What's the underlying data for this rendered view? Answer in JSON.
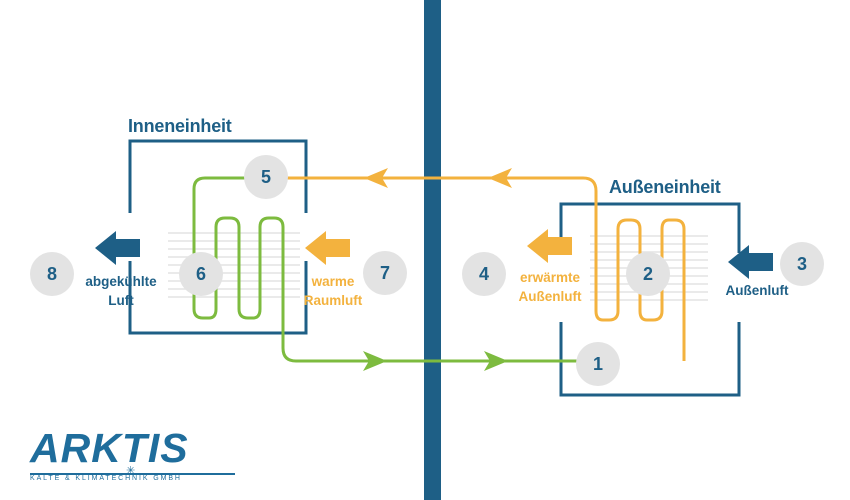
{
  "colors": {
    "unit_frame": "#1e5f86",
    "wall": "#1e5f86",
    "refrigerant_hot": "#f3b23e",
    "refrigerant_cold": "#7dbb3f",
    "air_cold": "#1e5f86",
    "air_warm": "#f3b23e",
    "number_badge": "#e3e3e3"
  },
  "units": {
    "indoor": {
      "title": "Inneneinheit"
    },
    "outdoor": {
      "title": "Außeneinheit"
    }
  },
  "air_labels": {
    "cooled": {
      "line1": "abgekühlte",
      "line2": "Luft"
    },
    "room": {
      "line1": "warme",
      "line2": "Raumluft"
    },
    "heated": {
      "line1": "erwärmte",
      "line2": "Außenluft"
    },
    "outside": {
      "line1": "Außenluft"
    }
  },
  "markers": [
    "1",
    "2",
    "3",
    "4",
    "5",
    "6",
    "7",
    "8"
  ],
  "logo": {
    "wordmark": "ARKTIS",
    "tagline": "KÄLTE & KLIMATECHNIK GMBH",
    "star": "✳"
  }
}
